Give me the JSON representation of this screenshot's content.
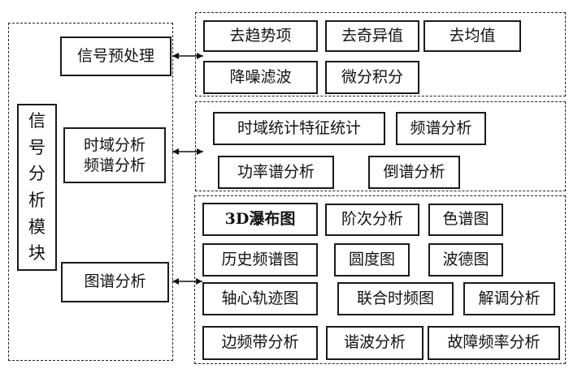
{
  "module": {
    "title_chars": [
      "信",
      "号",
      "分",
      "析",
      "模",
      "块"
    ]
  },
  "categories": [
    {
      "label": "信号预处理",
      "items": [
        "去趋势项",
        "去奇异值",
        "去均值",
        "降噪滤波",
        "微分积分"
      ]
    },
    {
      "label_lines": [
        "时域分析",
        "频谱分析"
      ],
      "items": [
        "时域统计特征统计",
        "频谱分析",
        "功率谱分析",
        "倒谱分析"
      ]
    },
    {
      "label": "图谱分析",
      "items": [
        "3D瀑布图",
        "阶次分析",
        "色谱图",
        "历史频谱图",
        "圆度图",
        "波德图",
        "轴心轨迹图",
        "联合时频图",
        "解调分析",
        "边频带分析",
        "谐波分析",
        "故障频率分析"
      ]
    }
  ],
  "connectors": [
    {
      "from": "信号预处理",
      "to": "preprocessing-group",
      "type": "bidirectional-arrow"
    },
    {
      "from": "时域分析 频谱分析",
      "to": "time-frequency-group",
      "type": "bidirectional-arrow"
    },
    {
      "from": "图谱分析",
      "to": "spectrum-chart-group",
      "type": "bidirectional-arrow"
    }
  ]
}
